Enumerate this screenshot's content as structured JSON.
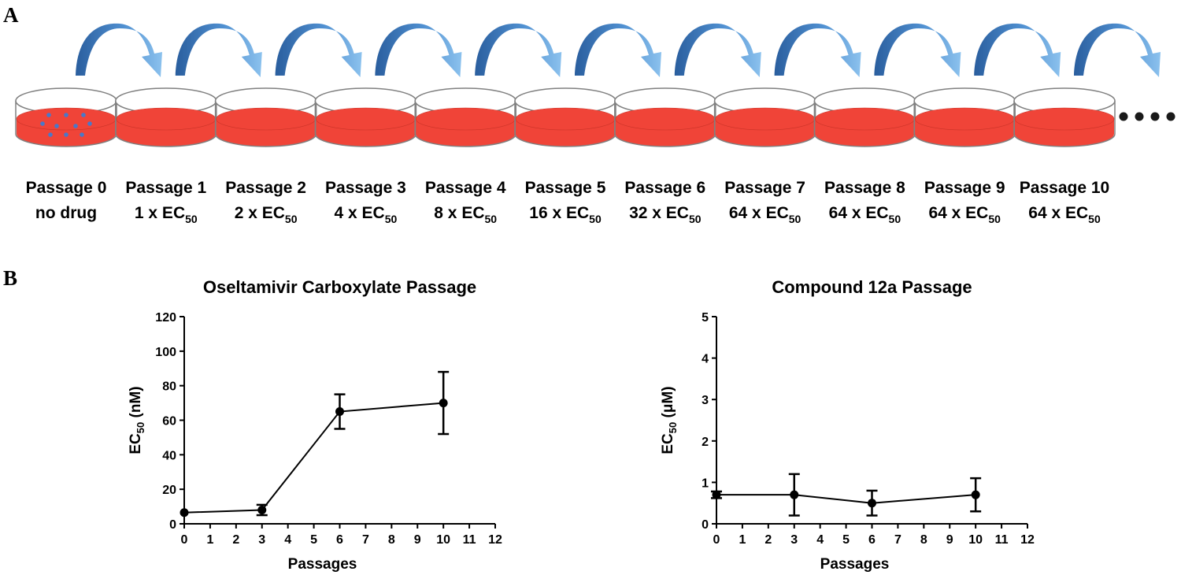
{
  "panel_a": {
    "letter": "A",
    "passages": [
      {
        "name": "Passage 0",
        "dose_prefix": "no drug",
        "dose_sub": ""
      },
      {
        "name": "Passage 1",
        "dose_prefix": "1 x EC",
        "dose_sub": "50"
      },
      {
        "name": "Passage 2",
        "dose_prefix": "2 x EC",
        "dose_sub": "50"
      },
      {
        "name": "Passage 3",
        "dose_prefix": "4 x EC",
        "dose_sub": "50"
      },
      {
        "name": "Passage 4",
        "dose_prefix": "8 x EC",
        "dose_sub": "50"
      },
      {
        "name": "Passage 5",
        "dose_prefix": "16 x EC",
        "dose_sub": "50"
      },
      {
        "name": "Passage 6",
        "dose_prefix": "32 x EC",
        "dose_sub": "50"
      },
      {
        "name": "Passage 7",
        "dose_prefix": "64 x EC",
        "dose_sub": "50"
      },
      {
        "name": "Passage 8",
        "dose_prefix": "64 x EC",
        "dose_sub": "50"
      },
      {
        "name": "Passage 9",
        "dose_prefix": "64 x EC",
        "dose_sub": "50"
      },
      {
        "name": "Passage 10",
        "dose_prefix": "64 x EC",
        "dose_sub": "50"
      }
    ],
    "colors": {
      "medium": "#f04438",
      "dish_rim": "#808080",
      "virus_dots": "#4a78c8",
      "arrow_dark": "#2a5e9e",
      "arrow_light": "#7fb6e6"
    }
  },
  "panel_b": {
    "letter": "B"
  },
  "chart_data": [
    {
      "type": "line",
      "title": "Oseltamivir Carboxylate Passage",
      "xlabel": "Passages",
      "ylabel_main": "EC",
      "ylabel_sub": "50",
      "ylabel_unit": " (nM)",
      "xlim": [
        0,
        12
      ],
      "ylim": [
        0,
        120
      ],
      "xticks": [
        0,
        1,
        2,
        3,
        4,
        5,
        6,
        7,
        8,
        9,
        10,
        11,
        12
      ],
      "yticks": [
        0,
        20,
        40,
        60,
        80,
        100,
        120
      ],
      "grid": false,
      "series": [
        {
          "x": [
            0,
            3,
            6,
            10
          ],
          "y": [
            6.5,
            8,
            65,
            70
          ],
          "err": [
            0,
            3,
            10,
            18
          ]
        }
      ]
    },
    {
      "type": "line",
      "title": "Compound 12a Passage",
      "xlabel": "Passages",
      "ylabel_main": "EC",
      "ylabel_sub": "50",
      "ylabel_unit": " (μM)",
      "xlim": [
        0,
        12
      ],
      "ylim": [
        0,
        5
      ],
      "xticks": [
        0,
        1,
        2,
        3,
        4,
        5,
        6,
        7,
        8,
        9,
        10,
        11,
        12
      ],
      "yticks": [
        0,
        1,
        2,
        3,
        4,
        5
      ],
      "grid": false,
      "series": [
        {
          "x": [
            0,
            3,
            6,
            10
          ],
          "y": [
            0.7,
            0.7,
            0.5,
            0.7
          ],
          "err": [
            0.08,
            0.5,
            0.3,
            0.4
          ]
        }
      ]
    }
  ]
}
